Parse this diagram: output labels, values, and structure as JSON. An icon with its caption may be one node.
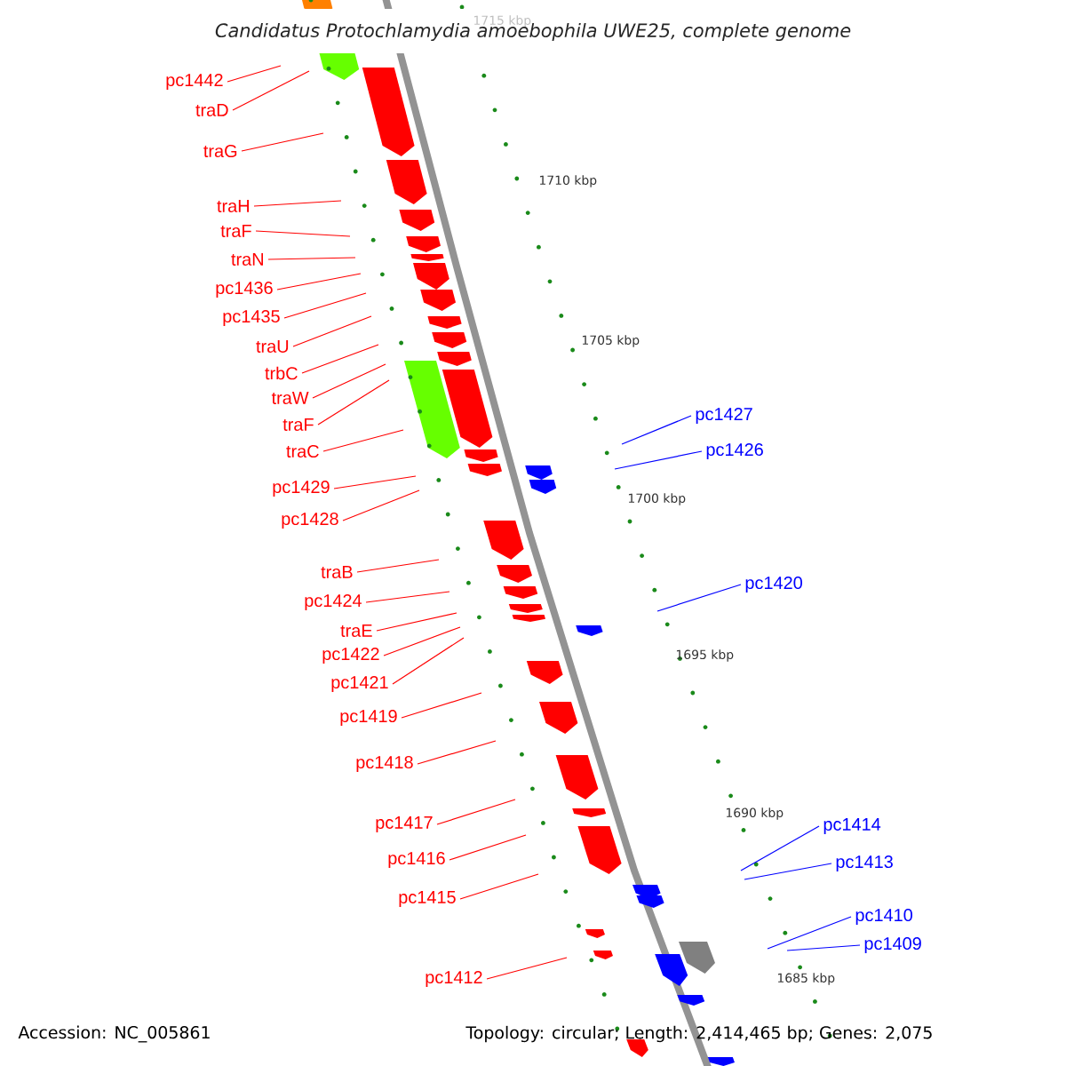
{
  "diagram": {
    "title": "Candidatus Protochlamydia amoebophila UWE25, complete genome",
    "nodes": [
      {
        "text": [
          "pc1442"
        ]
      },
      {
        "text": [
          "traD"
        ]
      },
      {
        "text": [
          "traG"
        ]
      },
      {
        "text": [
          "traH"
        ]
      },
      {
        "text": [
          "traF"
        ]
      },
      {
        "text": [
          "traN"
        ]
      },
      {
        "text": [
          "pc1436"
        ]
      },
      {
        "text": [
          "pc1435"
        ]
      },
      {
        "text": [
          "traU"
        ]
      },
      {
        "text": [
          "trbC"
        ]
      },
      {
        "text": [
          "traW"
        ]
      },
      {
        "text": [
          "traF"
        ]
      },
      {
        "text": [
          "traC"
        ]
      },
      {
        "text": [
          "pc1429"
        ]
      },
      {
        "text": [
          "pc1428"
        ]
      },
      {
        "text": [
          "traB"
        ]
      },
      {
        "text": [
          "pc1424"
        ]
      },
      {
        "text": [
          "traE"
        ]
      },
      {
        "text": [
          "pc1422"
        ]
      },
      {
        "text": [
          "pc1421"
        ]
      },
      {
        "text": [
          "pc1419"
        ]
      },
      {
        "text": [
          "pc1418"
        ]
      },
      {
        "text": [
          "pc1417"
        ]
      },
      {
        "text": [
          "pc1416"
        ]
      },
      {
        "text": [
          "pc1415"
        ]
      },
      {
        "text": [
          "pc1412"
        ]
      },
      {
        "text": [
          "pc1427"
        ]
      },
      {
        "text": [
          "pc1426"
        ]
      },
      {
        "text": [
          "pc1420"
        ]
      },
      {
        "text": [
          "pc1414"
        ]
      },
      {
        "text": [
          "pc1413"
        ]
      },
      {
        "text": [
          "pc1410"
        ]
      },
      {
        "text": [
          "pc1409"
        ]
      }
    ],
    "edges": [
      {
        "from": 0,
        "to": null,
        "arrow": "none"
      },
      {
        "from": 1,
        "to": null,
        "arrow": "none"
      },
      {
        "from": 2,
        "to": null,
        "arrow": "none"
      },
      {
        "from": 3,
        "to": null,
        "arrow": "none"
      },
      {
        "from": 4,
        "to": null,
        "arrow": "none"
      },
      {
        "from": 5,
        "to": null,
        "arrow": "none"
      },
      {
        "from": 6,
        "to": null,
        "arrow": "none"
      },
      {
        "from": 7,
        "to": null,
        "arrow": "none"
      },
      {
        "from": 8,
        "to": null,
        "arrow": "none"
      },
      {
        "from": 9,
        "to": null,
        "arrow": "none"
      },
      {
        "from": 10,
        "to": null,
        "arrow": "none"
      },
      {
        "from": 11,
        "to": null,
        "arrow": "none"
      },
      {
        "from": 12,
        "to": null,
        "arrow": "none"
      },
      {
        "from": 13,
        "to": null,
        "arrow": "none"
      },
      {
        "from": 14,
        "to": null,
        "arrow": "none"
      },
      {
        "from": 15,
        "to": null,
        "arrow": "none"
      },
      {
        "from": 16,
        "to": null,
        "arrow": "none"
      },
      {
        "from": 17,
        "to": null,
        "arrow": "none"
      },
      {
        "from": 18,
        "to": null,
        "arrow": "none"
      },
      {
        "from": 19,
        "to": null,
        "arrow": "none"
      },
      {
        "from": 20,
        "to": null,
        "arrow": "none"
      },
      {
        "from": 21,
        "to": null,
        "arrow": "none"
      },
      {
        "from": 22,
        "to": null,
        "arrow": "none"
      },
      {
        "from": 23,
        "to": null,
        "arrow": "none"
      },
      {
        "from": 24,
        "to": null,
        "arrow": "none"
      },
      {
        "from": 25,
        "to": null,
        "arrow": "none"
      },
      {
        "from": 26,
        "to": null,
        "arrow": "none",
        "color": "#0000ff"
      },
      {
        "from": 27,
        "to": null,
        "arrow": "none",
        "color": "#0000ff"
      },
      {
        "from": 28,
        "to": null,
        "arrow": "none",
        "color": "#0000ff"
      },
      {
        "from": 29,
        "to": null,
        "arrow": "none",
        "color": "#0000ff"
      },
      {
        "from": 30,
        "to": null,
        "arrow": "none",
        "color": "#0000ff"
      },
      {
        "from": 31,
        "to": null,
        "arrow": "none",
        "color": "#0000ff"
      },
      {
        "from": 32,
        "to": null,
        "arrow": "none",
        "color": "#0000ff"
      }
    ],
    "labels": [
      "1715 kbp",
      "1710 kbp",
      "1705 kbp",
      "1700 kbp",
      "1695 kbp",
      "1690 kbp",
      "1685 kbp",
      "Accession: NC_005861",
      "Topology: circular; Length: 2,414,465 bp; Genes: 2,075"
    ]
  }
}
